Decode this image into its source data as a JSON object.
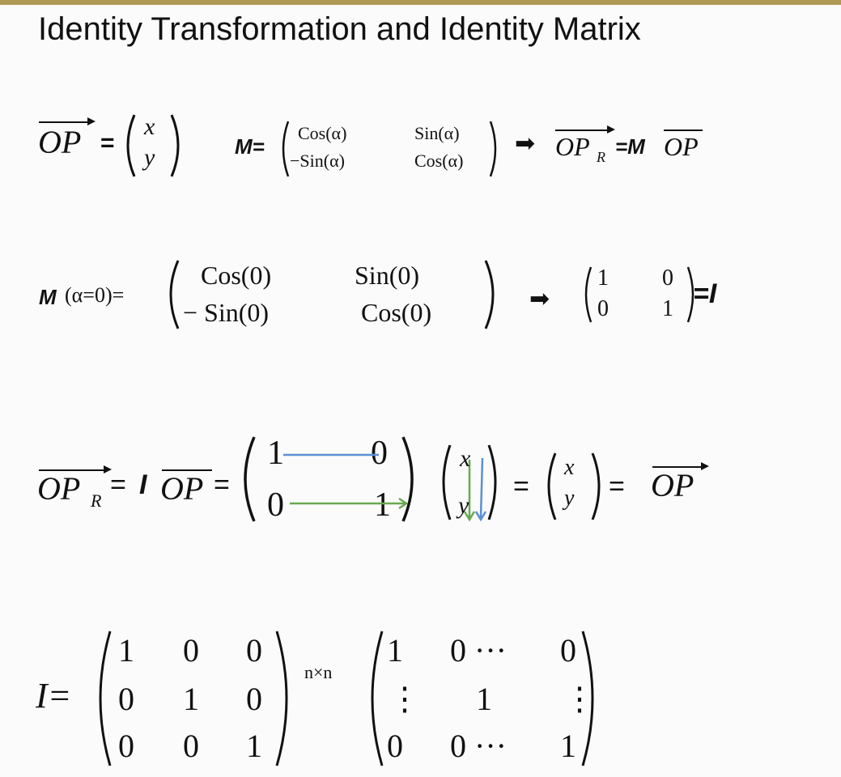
{
  "slide": {
    "title": "Identity Transformation and Identity Matrix"
  },
  "row1": {
    "op_label": "OP",
    "eq": "=",
    "vec_x": "x",
    "vec_y": "y",
    "m_label": "M=",
    "m11": "Cos(α)",
    "m12": "Sin(α)",
    "m21": "−Sin(α)",
    "m22": "Cos(α)",
    "implies": "➡",
    "opr_base": "OP",
    "opr_sub": "R",
    "rhs_eq": "=M",
    "rhs_op": "OP"
  },
  "row2": {
    "m_label": "M",
    "alpha_arg": "(α=0)=",
    "m11": "Cos(0)",
    "m12": "Sin(0)",
    "m21": "− Sin(0)",
    "m22": "Cos(0)",
    "implies": "➡",
    "i11": "1",
    "i12": "0",
    "i21": "0",
    "i22": "1",
    "eq_i": "=I"
  },
  "row3": {
    "opr_base": "OP",
    "opr_sub": "R",
    "eq1": "=",
    "i_label": "I",
    "op_label": "OP",
    "eq2": "=",
    "i11": "1",
    "i12": "0",
    "i21": "0",
    "i22": "1",
    "vx": "x",
    "vy": "y",
    "eq3": "=",
    "rx": "x",
    "ry": "y",
    "eq4": "=",
    "op_final": "OP",
    "colors": {
      "row1_line": "#5b8fd6",
      "row2_line": "#6aa84f"
    }
  },
  "row4": {
    "i_label": "I=",
    "m3": [
      [
        "1",
        "0",
        "0"
      ],
      [
        "0",
        "1",
        "0"
      ],
      [
        "0",
        "0",
        "1"
      ]
    ],
    "dims": "n×n",
    "mn_r1": [
      "1",
      "0 ···",
      "0"
    ],
    "mn_r2": [
      "⋮",
      "1",
      "⋮"
    ],
    "mn_r3": [
      "0",
      "0 ···",
      "1"
    ]
  },
  "colors": {
    "accent_bar": "#b19a55",
    "background": "#fbfbfb",
    "text": "#111111"
  }
}
